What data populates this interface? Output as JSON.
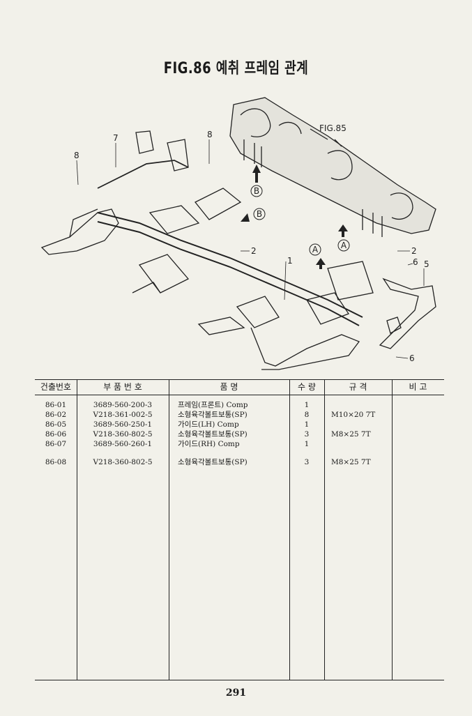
{
  "title": "FIG.86 예취 프레임 관계",
  "figure": {
    "ref_label": "FIG.85",
    "part_labels": [
      "1",
      "2",
      "2",
      "5",
      "6",
      "6",
      "7",
      "8",
      "8"
    ],
    "markers": [
      "A",
      "A",
      "B",
      "B"
    ]
  },
  "table": {
    "headers": [
      "건출번호",
      "부 품 번 호",
      "품 명",
      "수 량",
      "규 격",
      "비 고"
    ],
    "rows": [
      {
        "no": "86-01",
        "part_no": "3689-560-200-3",
        "name": "프레임(프론트) Comp",
        "qty": "1",
        "spec": "",
        "note": ""
      },
      {
        "no": "86-02",
        "part_no": "V218-361-002-5",
        "name": "소형육각볼트보통(SP)",
        "qty": "8",
        "spec": "M10×20 7T",
        "note": ""
      },
      {
        "no": "86-05",
        "part_no": "3689-560-250-1",
        "name": "가이드(LH) Comp",
        "qty": "1",
        "spec": "",
        "note": ""
      },
      {
        "no": "86-06",
        "part_no": "V218-360-802-5",
        "name": "소형육각볼트보통(SP)",
        "qty": "3",
        "spec": "M8×25 7T",
        "note": ""
      },
      {
        "no": "86-07",
        "part_no": "3689-560-260-1",
        "name": "가이드(RH) Comp",
        "qty": "1",
        "spec": "",
        "note": ""
      },
      {
        "no": "86-08",
        "part_no": "V218-360-802-5",
        "name": "소형육각볼트보통(SP)",
        "qty": "3",
        "spec": "M8×25 7T",
        "note": ""
      }
    ]
  },
  "page_number": "291"
}
